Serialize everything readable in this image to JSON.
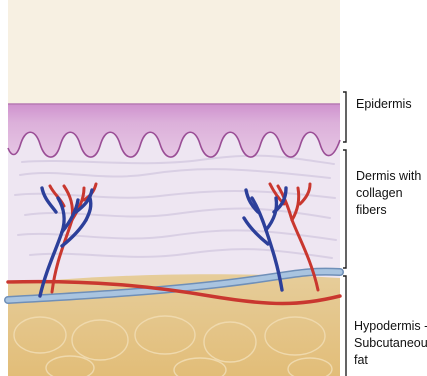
{
  "labels": {
    "epidermis": "Epidermis",
    "dermis": [
      "Dermis with",
      "collagen",
      "fibers"
    ],
    "hypodermis": [
      "Hypodermis -",
      "Subcutaneou",
      "fat"
    ]
  },
  "colors": {
    "surface": "#f7f0e2",
    "epidermis": "#d8a6d6",
    "epidermis_basal": "#9a4e96",
    "dermis": "#eee6f2",
    "hypodermis": "#e7c88e",
    "artery": "#c9372f",
    "vein": "#2c3f9a",
    "large_vein": "#8fb0d2"
  }
}
